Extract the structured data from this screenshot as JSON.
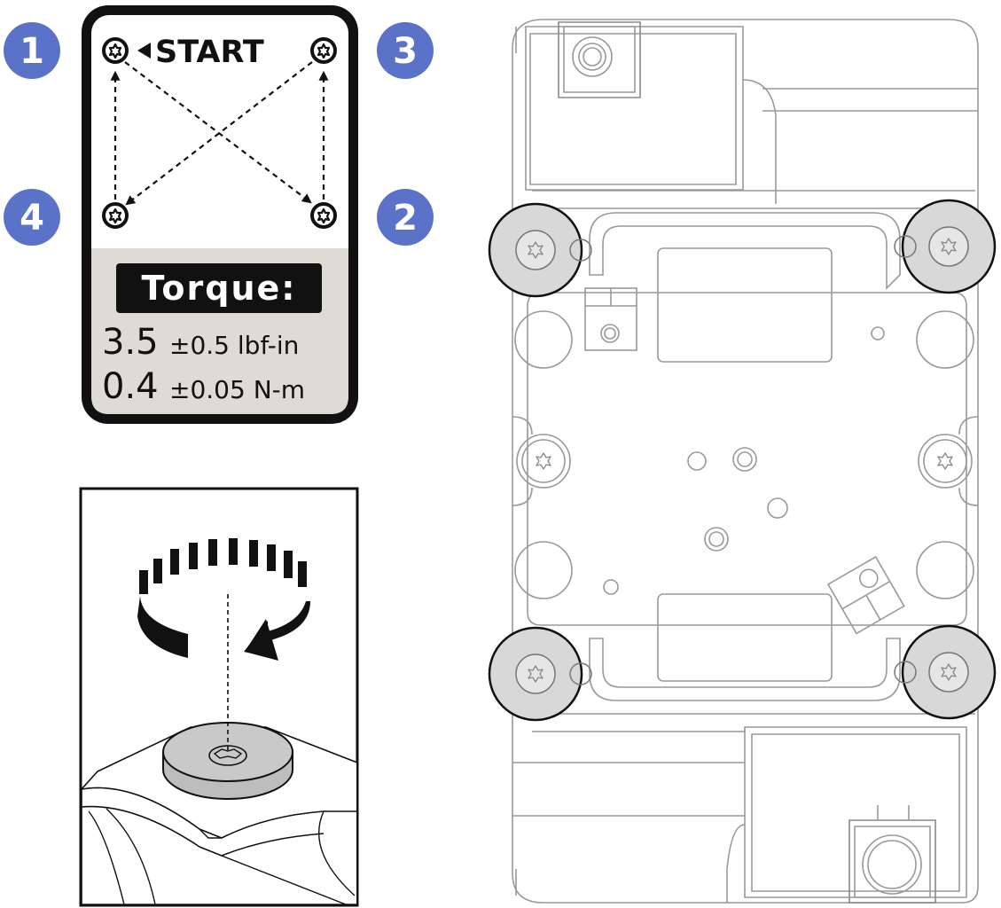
{
  "sequence_card": {
    "start_label": "START",
    "step_badges": [
      "1",
      "2",
      "3",
      "4"
    ],
    "torque_title": "Torque:",
    "torque_imperial_value": "3.5",
    "torque_imperial_tolerance": "±0.5 lbf-in",
    "torque_metric_value": "0.4",
    "torque_metric_tolerance": "±0.05 N-m"
  },
  "colors": {
    "badge_fill": "#5b72c9",
    "card_border": "#111111",
    "card_panel": "#dedbd4",
    "screw_highlight": "#d8d8d8",
    "line_art": "#999999"
  },
  "icons": [
    "screw-head-icon",
    "start-arrow-icon",
    "rotation-arrow-icon"
  ]
}
